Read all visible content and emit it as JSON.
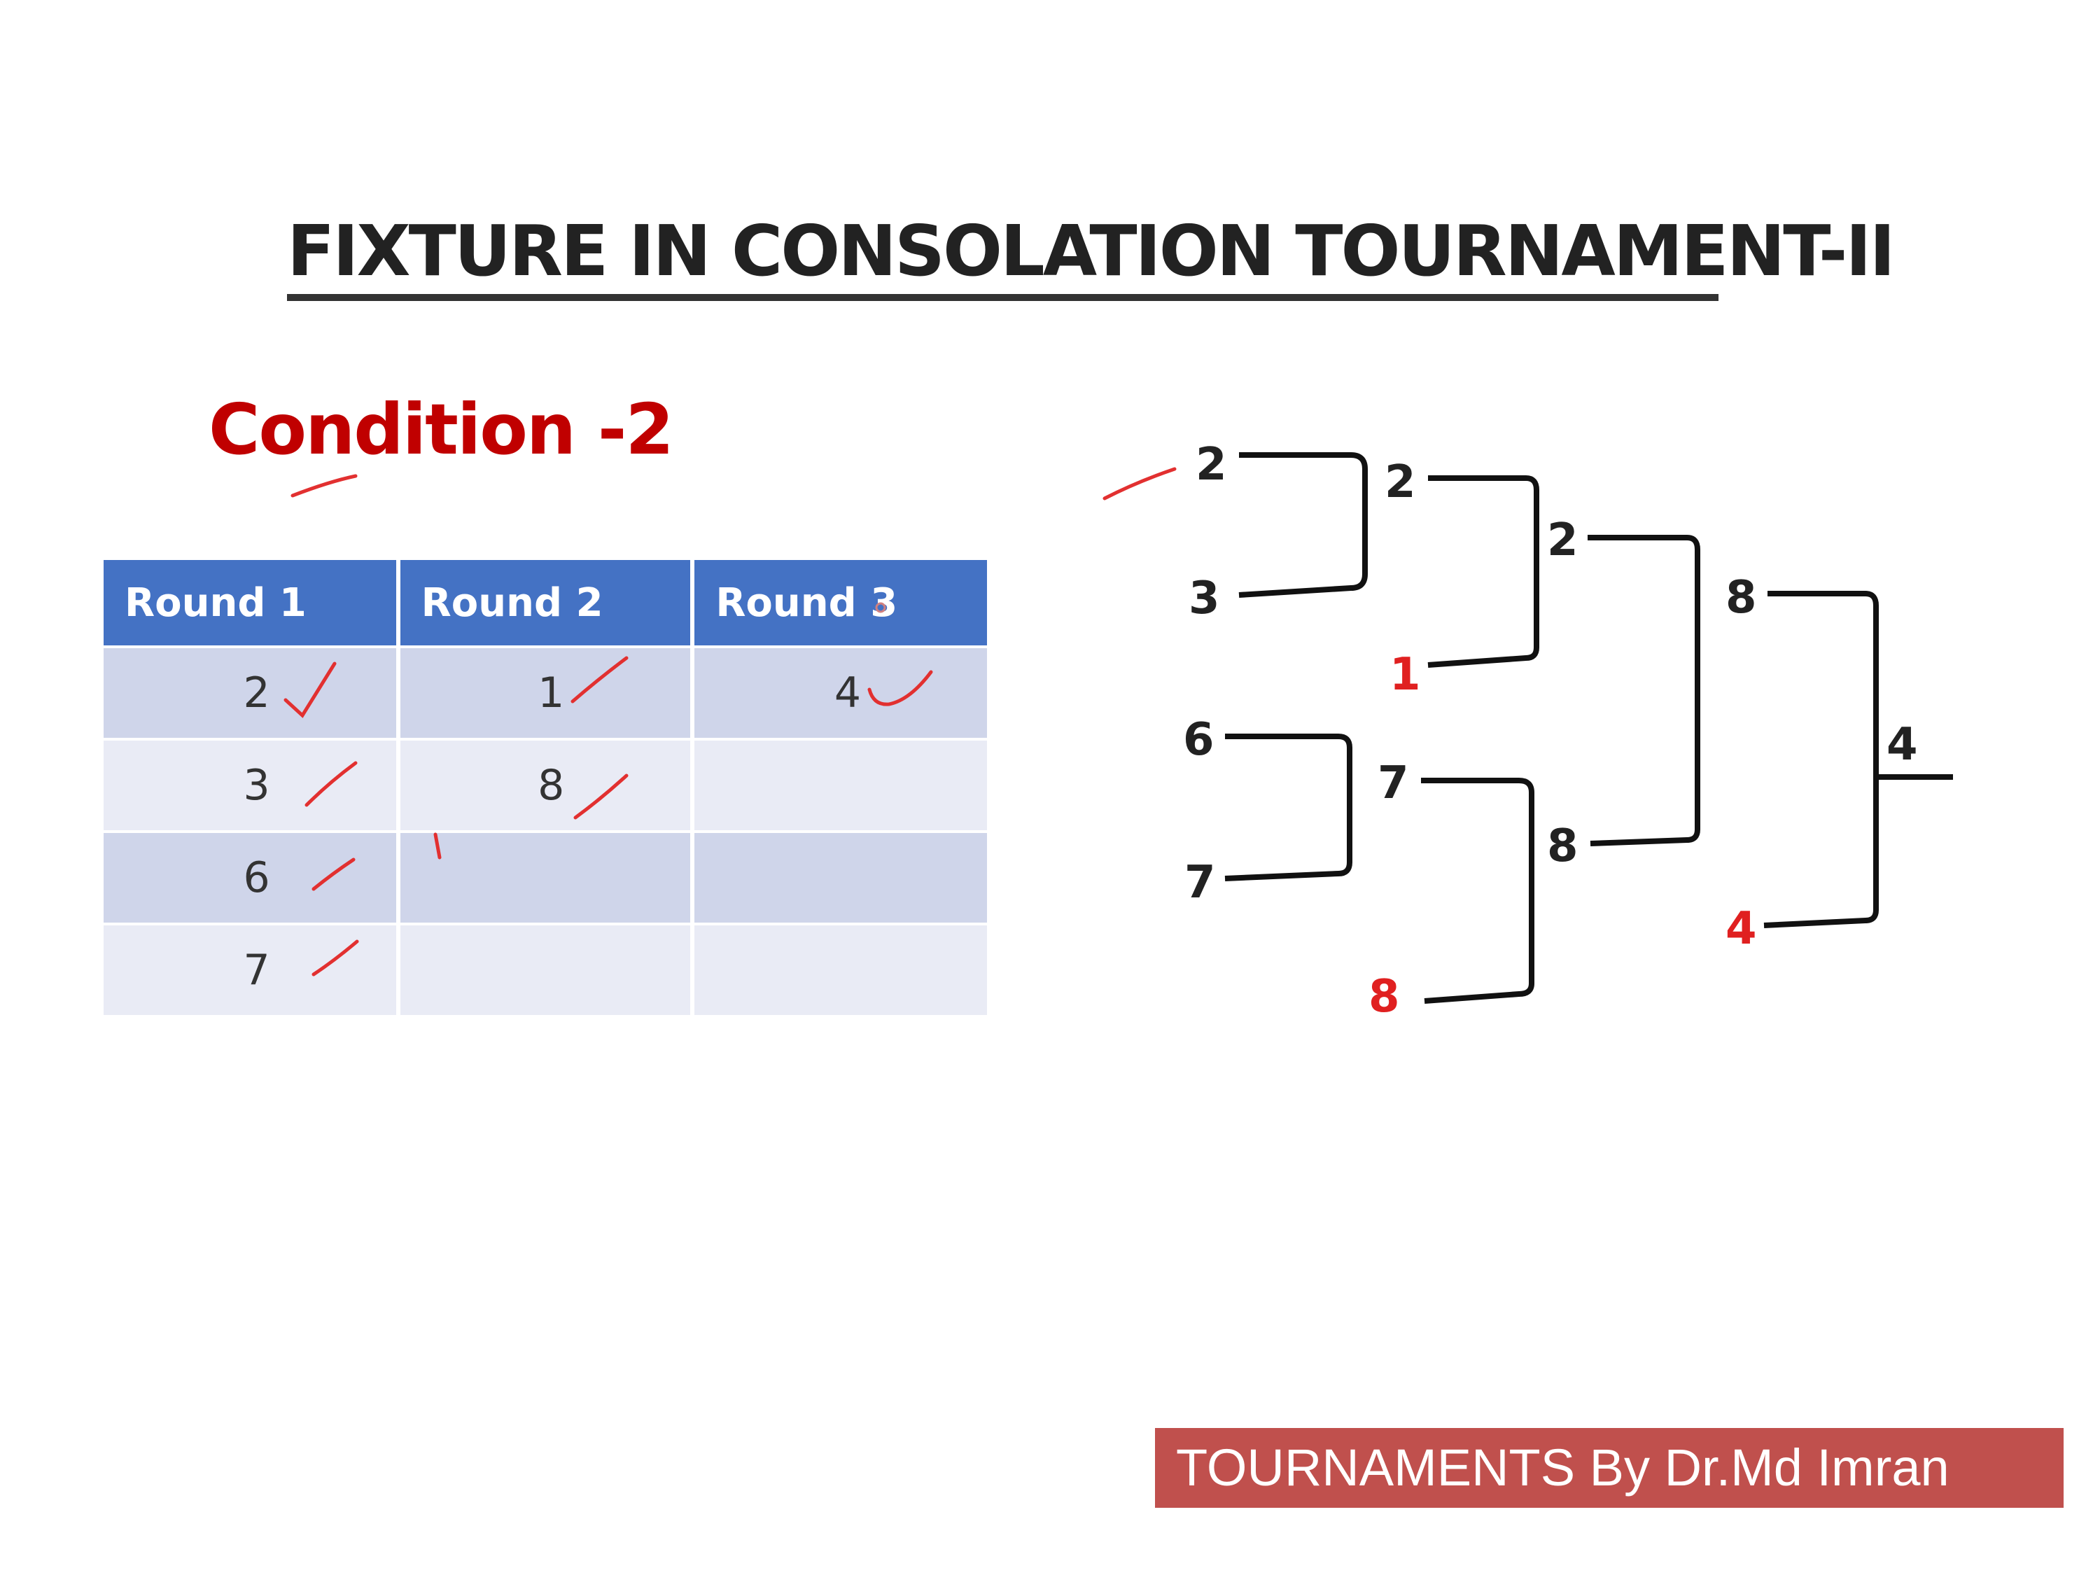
{
  "title": "FIXTURE IN CONSOLATION TOURNAMENT-II",
  "condition": "Condition -2",
  "table": {
    "headers": [
      "Round 1",
      "Round 2",
      "Round 3"
    ],
    "rows": [
      [
        "2",
        "1",
        "4"
      ],
      [
        "3",
        "8",
        ""
      ],
      [
        "6",
        "",
        ""
      ],
      [
        "7",
        "",
        ""
      ]
    ]
  },
  "bracket": {
    "round1": [
      "2",
      "3",
      "6",
      "7"
    ],
    "round2": [
      "2",
      "7"
    ],
    "round2_byes": [
      "1",
      "8"
    ],
    "round3": [
      "2",
      "8"
    ],
    "semifinal": [
      "8"
    ],
    "semifinal_bye": [
      "4"
    ],
    "winner": "4"
  },
  "footer": "TOURNAMENTS By Dr.Md Imran",
  "colors": {
    "title": "#222222",
    "condition": "#c00000",
    "header": "#4472c4",
    "bye": "#e02020",
    "footer": "#c0504d"
  }
}
